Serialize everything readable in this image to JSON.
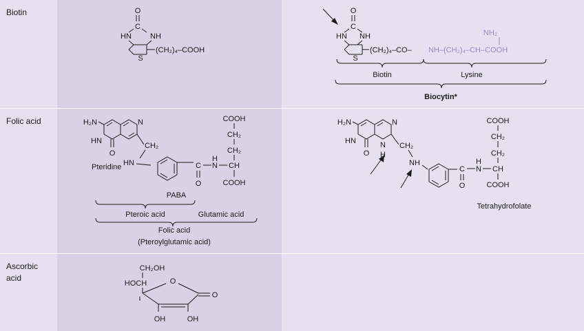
{
  "vitamins": [
    {
      "name": "Biotin",
      "structure": {
        "atoms": [
          "O",
          "C",
          "HN",
          "NH",
          "S"
        ],
        "side_chain": "(CH₂)₄–COOH"
      },
      "active_form": {
        "atoms": [
          "O",
          "C",
          "HN",
          "NH",
          "S"
        ],
        "chain": "(CH₂)₄–CO–",
        "lysine_chain": "NH–(CH₂)₄–CH–COOH",
        "lysine_nh2": "NH₂",
        "bracket_labels": {
          "biotin": "Biotin",
          "lysine": "Lysine"
        },
        "name": "Biocytin*"
      }
    },
    {
      "name": "Folic acid",
      "structure": {
        "atoms": {
          "h2n": "H₂N",
          "hn": "HN",
          "n": "N",
          "o": "O",
          "nh": "HN",
          "ch2": "CH₂",
          "c": "C",
          "n_amide": "N",
          "h_amide": "H",
          "ch": "CH",
          "cooh": "COOH",
          "ch2_1": "CH₂",
          "ch2_2": "CH₂",
          "cooh_bottom": "COOH",
          "o_amide": "O"
        },
        "labels": {
          "pteridine": "Pteridine",
          "paba": "PABA",
          "pteroic": "Pteroic acid",
          "glutamic": "Glutamic acid",
          "folic": "Folic acid",
          "pteroylglutamic": "(Pteroylglutamic acid)"
        }
      },
      "active_form": {
        "atoms": {
          "h2n": "H₂N",
          "hn": "HN",
          "n": "N",
          "nh_ring": "N",
          "h_ring": "H",
          "o": "O",
          "ch2": "CH₂",
          "nh": "NH",
          "c": "C",
          "n_amide": "N",
          "h_amide": "H",
          "ch": "CH",
          "cooh": "COOH",
          "ch2_1": "CH₂",
          "ch2_2": "CH₂",
          "cooh_bottom": "COOH",
          "o_amide": "O"
        },
        "name": "Tetrahydrofolate"
      }
    },
    {
      "name": "Ascorbic acid",
      "structure": {
        "atoms": {
          "ch2oh": "CH₂OH",
          "hoch": "HOCH",
          "o_ring": "O",
          "o_carbonyl": "O",
          "oh1": "OH",
          "oh2": "OH"
        }
      },
      "active_form": null
    }
  ]
}
